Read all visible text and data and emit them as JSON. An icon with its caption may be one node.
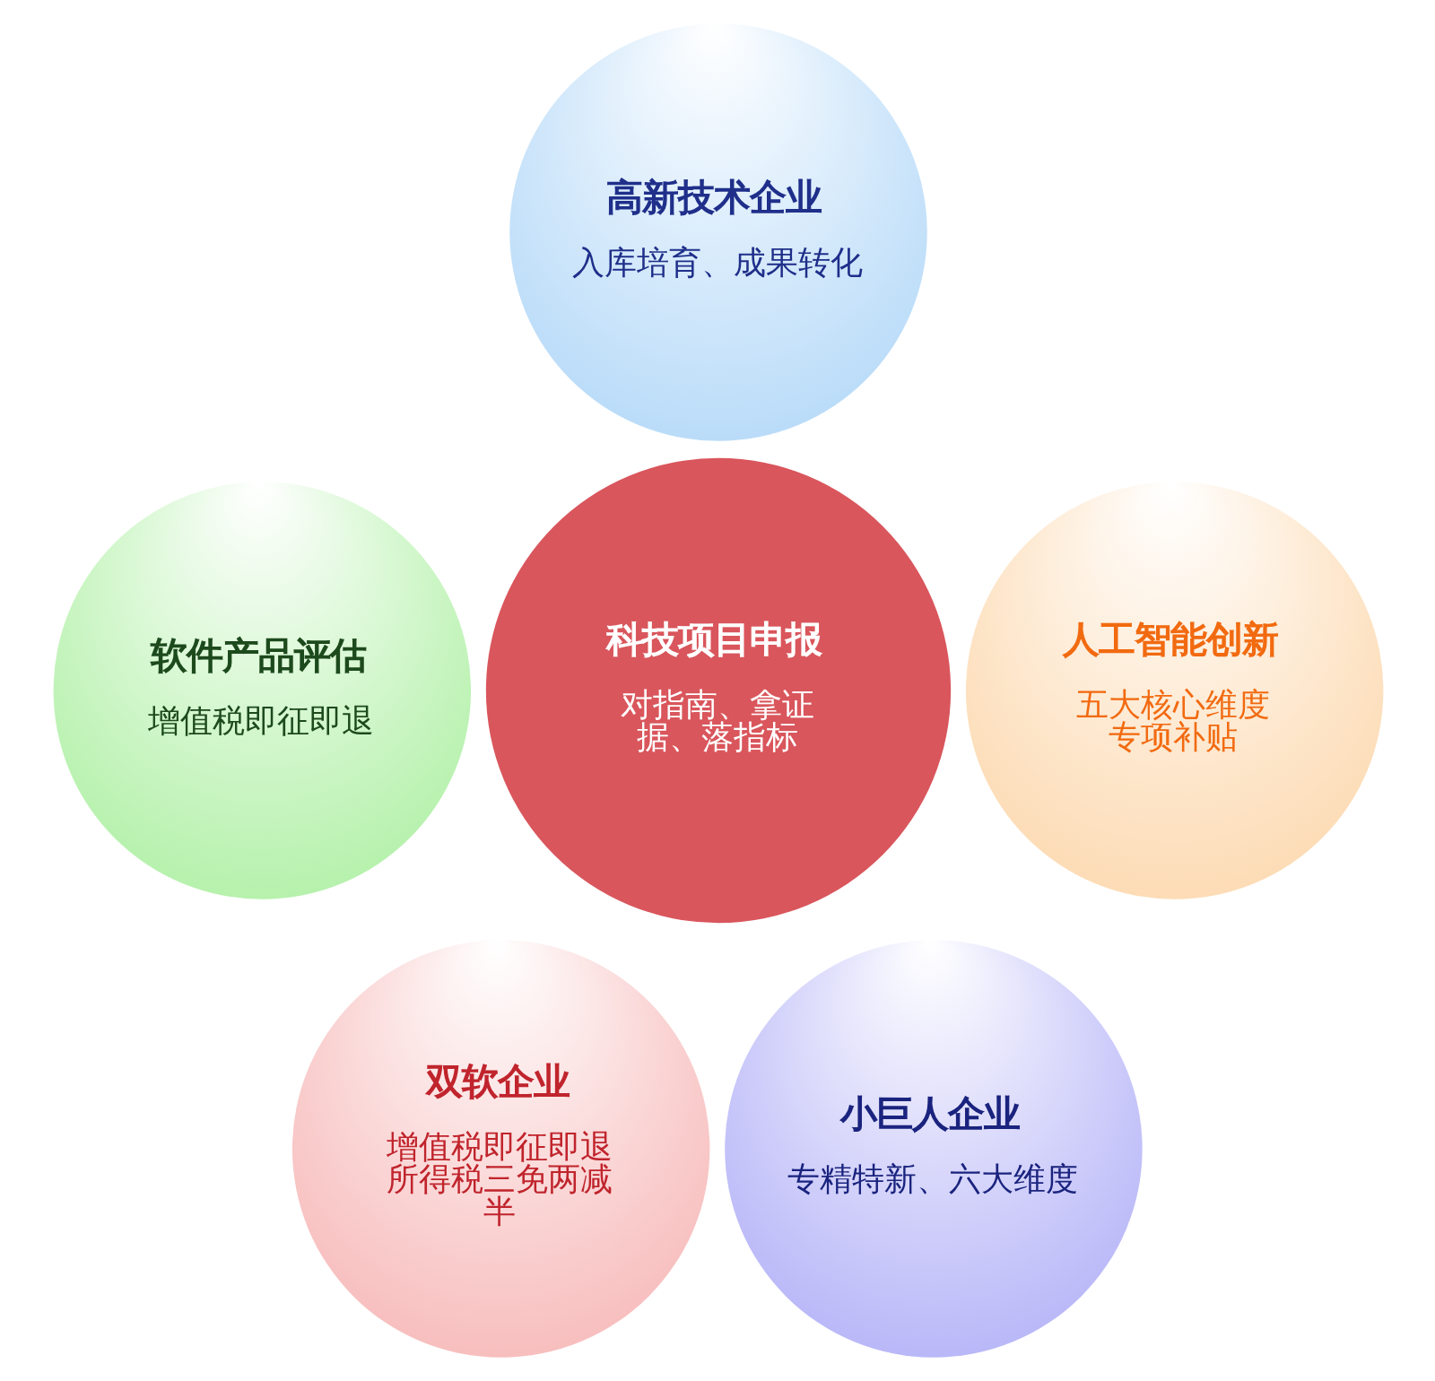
{
  "diagram": {
    "nodes": [
      {
        "text": [
          "高新技术企业",
          "入库培育、成果转化"
        ]
      },
      {
        "text": [
          "软件产品评估",
          "增值税即征即退"
        ]
      },
      {
        "text": [
          "科技项目申报",
          "对指南、拿证据、落指标"
        ]
      },
      {
        "text": [
          "人工智能创新",
          "五大核心维度专项补贴"
        ]
      },
      {
        "text": [
          "双软企业",
          "增值税即征即退所得税三免两减半"
        ]
      },
      {
        "text": [
          "小巨人企业",
          "专精特新、六大维度"
        ]
      }
    ],
    "edges": []
  }
}
